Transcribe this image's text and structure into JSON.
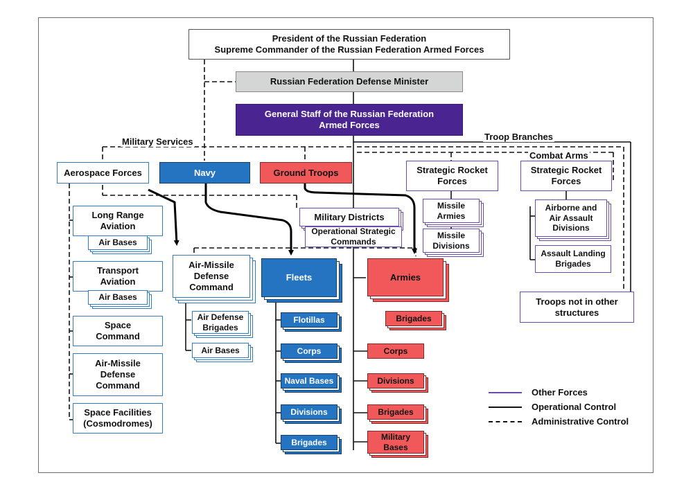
{
  "nodes": {
    "president": "President of the Russian Federation\nSupreme Commander of the Russian Federation Armed Forces",
    "defense_minister": "Russian Federation Defense Minister",
    "general_staff": "General Staff of the Russian Federation\nArmed Forces",
    "aerospace_forces": "Aerospace Forces",
    "navy": "Navy",
    "ground_troops": "Ground Troops",
    "military_districts": "Military Districts",
    "op_strategic_commands": "Operational Strategic\nCommands",
    "strategic_rocket_forces_1": "Strategic Rocket\nForces",
    "missile_armies": "Missile\nArmies",
    "missile_divisions": "Missile\nDivisions",
    "strategic_rocket_forces_2": "Strategic Rocket\nForces",
    "airborne_divisions": "Airborne and\nAir Assault\nDivisions",
    "assault_landing": "Assault Landing\nBrigades",
    "troops_not_other": "Troops not in other\nstructures",
    "long_range_aviation": "Long Range\nAviation",
    "air_bases_1": "Air Bases",
    "transport_aviation": "Transport\nAviation",
    "air_bases_2": "Air Bases",
    "space_command": "Space\nCommand",
    "amd_command_left": "Air-Missile\nDefense\nCommand",
    "space_facilities": "Space Facilities\n(Cosmodromes)",
    "amd_command_mid": "Air-Missile\nDefense\nCommand",
    "air_defense_brigades": "Air Defense\nBrigades",
    "air_bases_3": "Air Bases",
    "fleets": "Fleets",
    "flotillas": "Flotillas",
    "corps_navy": "Corps",
    "naval_bases": "Naval Bases",
    "divisions_navy": "Divisions",
    "brigades_navy": "Brigades",
    "armies": "Armies",
    "brigades_army_1": "Brigades",
    "corps_army": "Corps",
    "divisions_army": "Divisions",
    "brigades_army_2": "Brigades",
    "military_bases": "Military\nBases"
  },
  "labels": {
    "military_services": "Military Services",
    "troop_branches": "Troop Branches",
    "combat_arms": "Combat Arms"
  },
  "legend": [
    {
      "label": "Other Forces",
      "style": "purple-solid"
    },
    {
      "label": "Operational Control",
      "style": "black-solid"
    },
    {
      "label": "Administrative Control",
      "style": "black-dashed"
    }
  ],
  "colors": {
    "navy_blue": "#2574c2",
    "ground_red": "#f0585a",
    "general_staff_purple": "#4a2491",
    "other_forces_purple": "#6a4bb0",
    "minister_grey": "#d4d6d6"
  }
}
